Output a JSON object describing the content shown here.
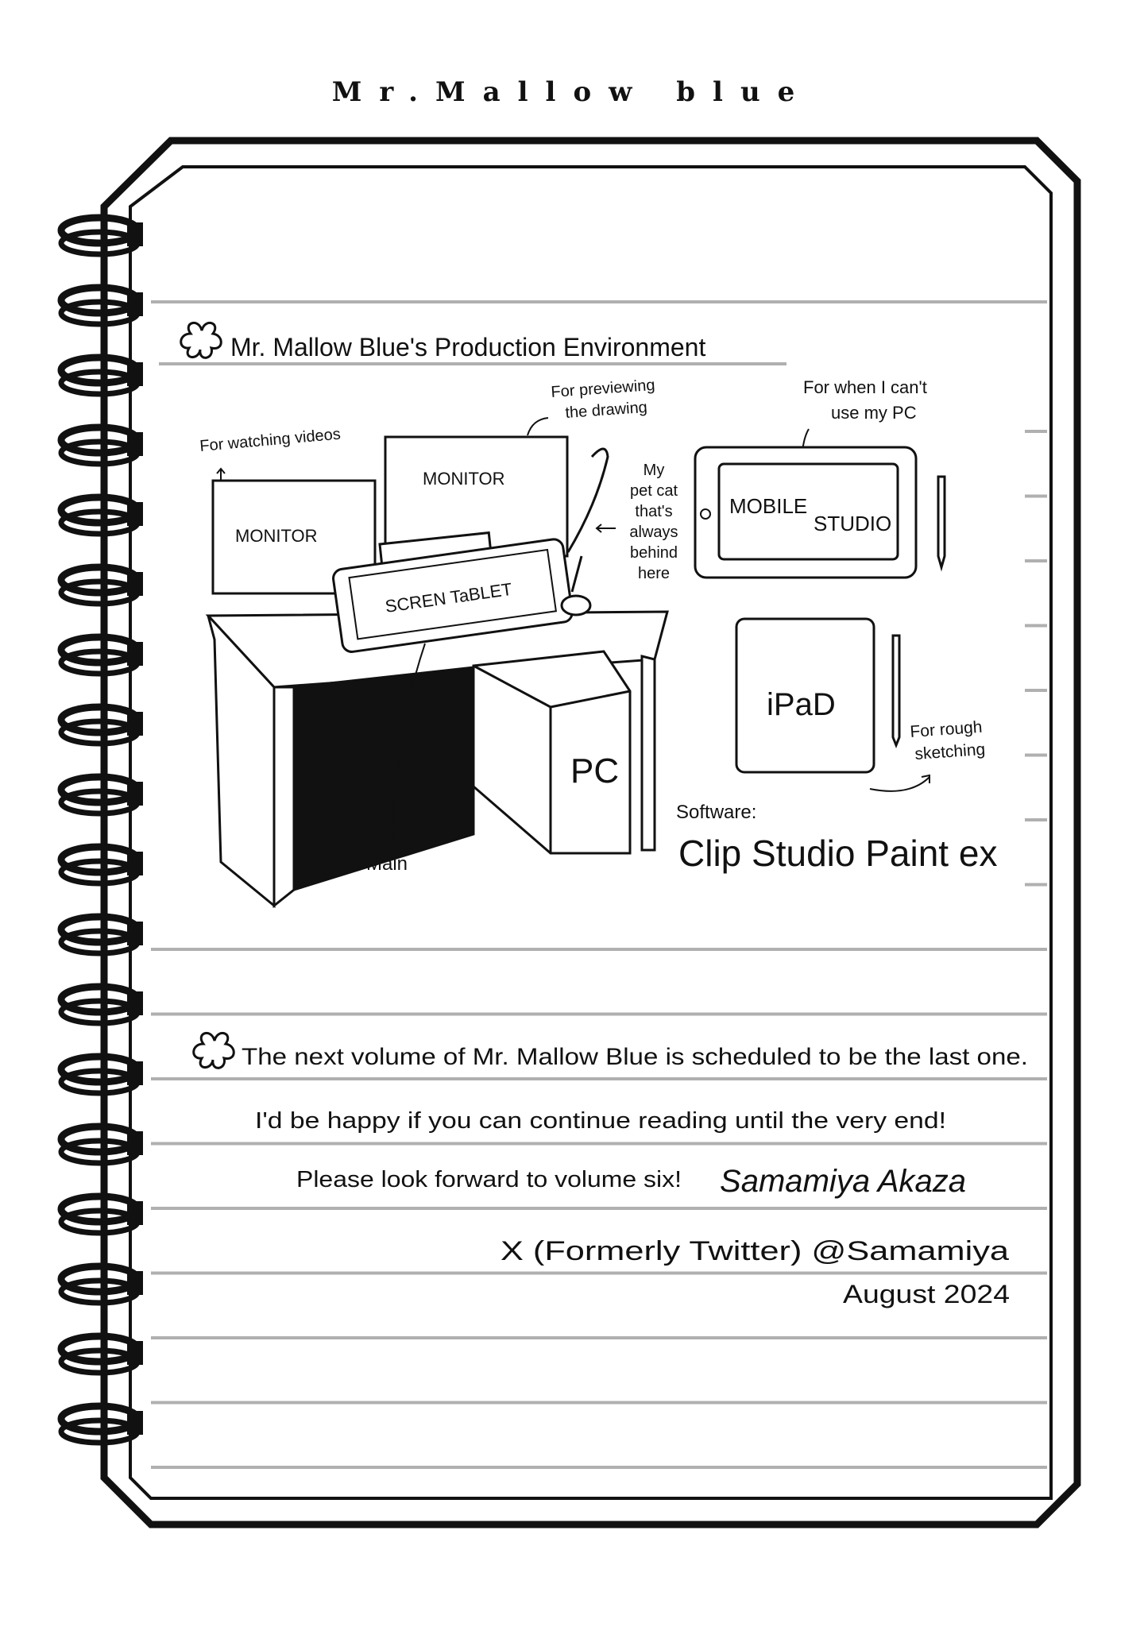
{
  "page_title": "Mr.Mallow blue",
  "heading": "Mr. Mallow Blue's Production Environment",
  "drawing": {
    "label_watching": "For watching videos",
    "monitor_left": "MONITOR",
    "monitor_right": "MONITOR",
    "label_previewing_1": "For previewing",
    "label_previewing_2": "the drawing",
    "cat_note": [
      "My",
      "pet cat",
      "that's",
      "always",
      "behind",
      "here"
    ],
    "screen_tablet": "SCREN TaBLET",
    "pc": "PC",
    "main": "Main",
    "label_mobile_1": "For when I can't",
    "label_mobile_2": "use my PC",
    "mobile_studio_1": "MOBILE",
    "mobile_studio_2": "STUDIO",
    "ipad": "iPaD",
    "label_rough_1": "For rough",
    "label_rough_2": "sketching",
    "software_label": "Software:",
    "software_name": "Clip Studio Paint ex"
  },
  "message": {
    "line1": "The next volume of Mr. Mallow Blue is scheduled to be the last one.",
    "line2": "I'd be happy if you can continue reading until the very end!",
    "line3": "Please look forward to volume six!",
    "signature": "Samamiya Akaza",
    "social": "X (Formerly Twitter) @Samamiya",
    "date": "August 2024"
  }
}
